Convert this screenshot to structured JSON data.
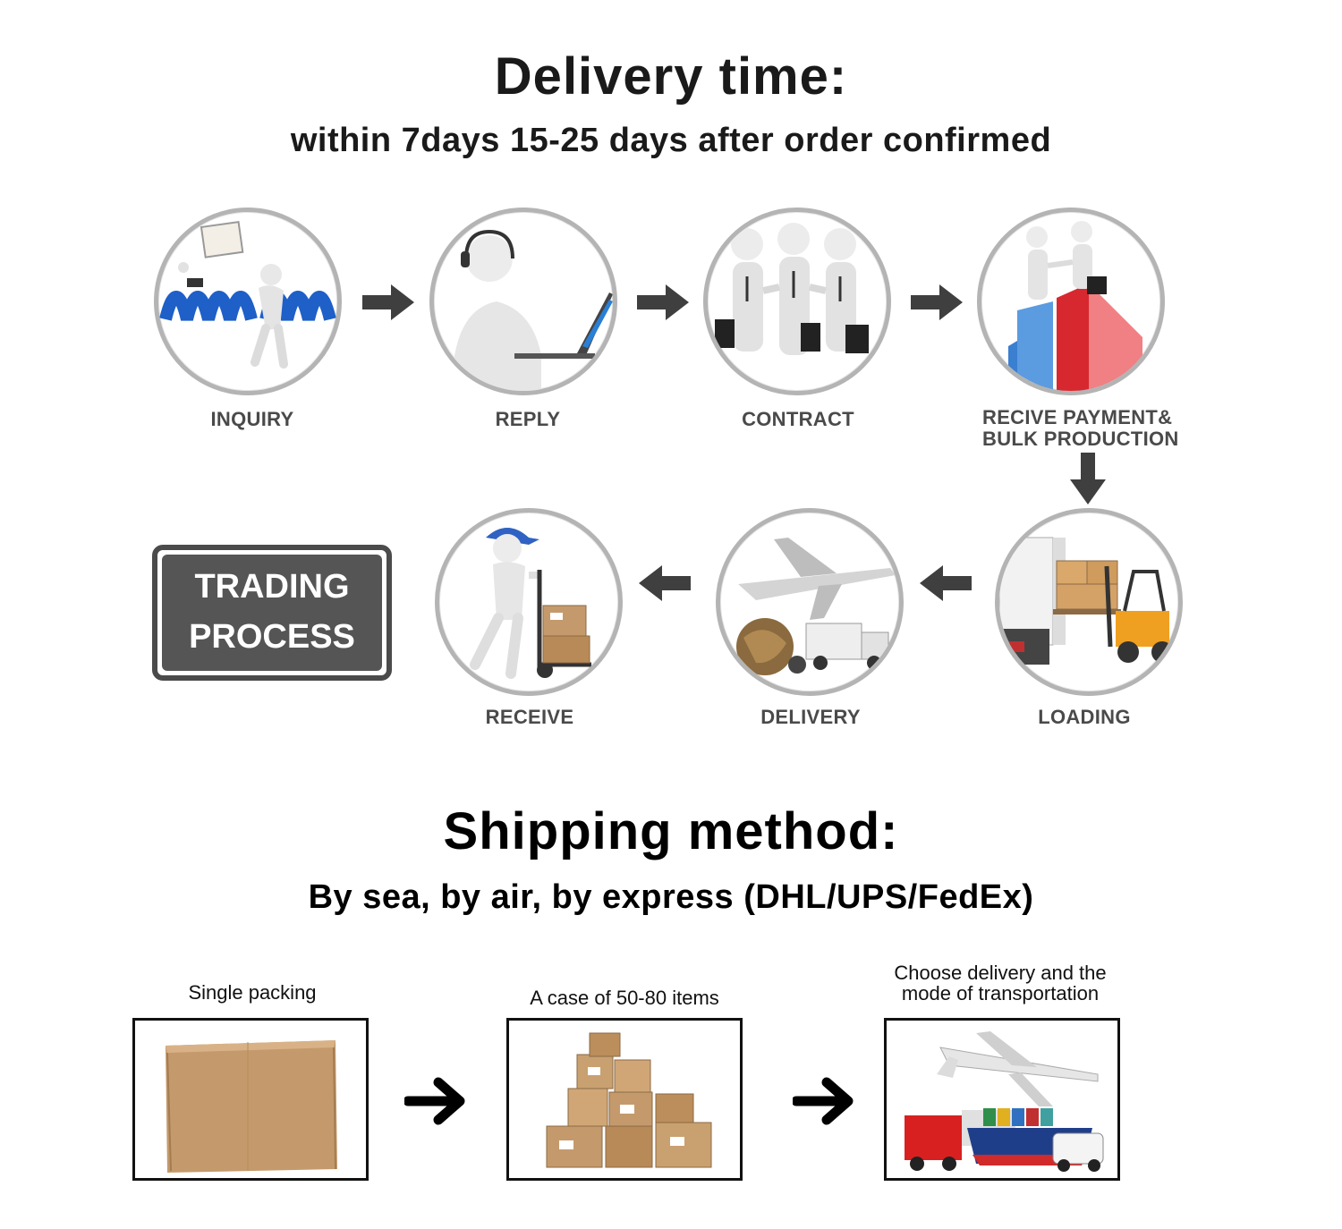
{
  "delivery": {
    "title": "Delivery time:",
    "subtitle": "within 7days 15-25 days after order confirmed"
  },
  "trading_process": {
    "badge_line1": "TRADING",
    "badge_line2": "PROCESS",
    "steps": [
      {
        "label": "INQUIRY",
        "icon": "www-worker-icon"
      },
      {
        "label": "REPLY",
        "icon": "headset-laptop-icon"
      },
      {
        "label": "CONTRACT",
        "icon": "handshake-businessmen-icon"
      },
      {
        "label_line1": "RECIVE PAYMENT&",
        "label_line2": "BULK PRODUCTION",
        "icon": "bar-chart-handshake-icon"
      },
      {
        "label": "LOADING",
        "icon": "forklift-truck-icon"
      },
      {
        "label": "DELIVERY",
        "icon": "plane-truck-globe-icon"
      },
      {
        "label": "RECEIVE",
        "icon": "courier-handtruck-icon"
      }
    ]
  },
  "shipping": {
    "title": "Shipping method:",
    "subtitle": "By sea, by air, by express (DHL/UPS/FedEx)",
    "steps": [
      {
        "label": "Single packing",
        "icon": "cardboard-box-icon"
      },
      {
        "label": "A case of 50-80 items",
        "icon": "box-stack-icon"
      },
      {
        "label_line1": "Choose delivery and the",
        "label_line2": "mode of transportation",
        "icon": "transport-modes-icon"
      }
    ]
  },
  "colors": {
    "text": "#1a1a1a",
    "label_gray": "#4a4a4a",
    "arrow_gray": "#3f3f3f",
    "circle_border": "#b4b4b4",
    "badge_bg": "#555555",
    "box_brown": "#c49a6c"
  }
}
